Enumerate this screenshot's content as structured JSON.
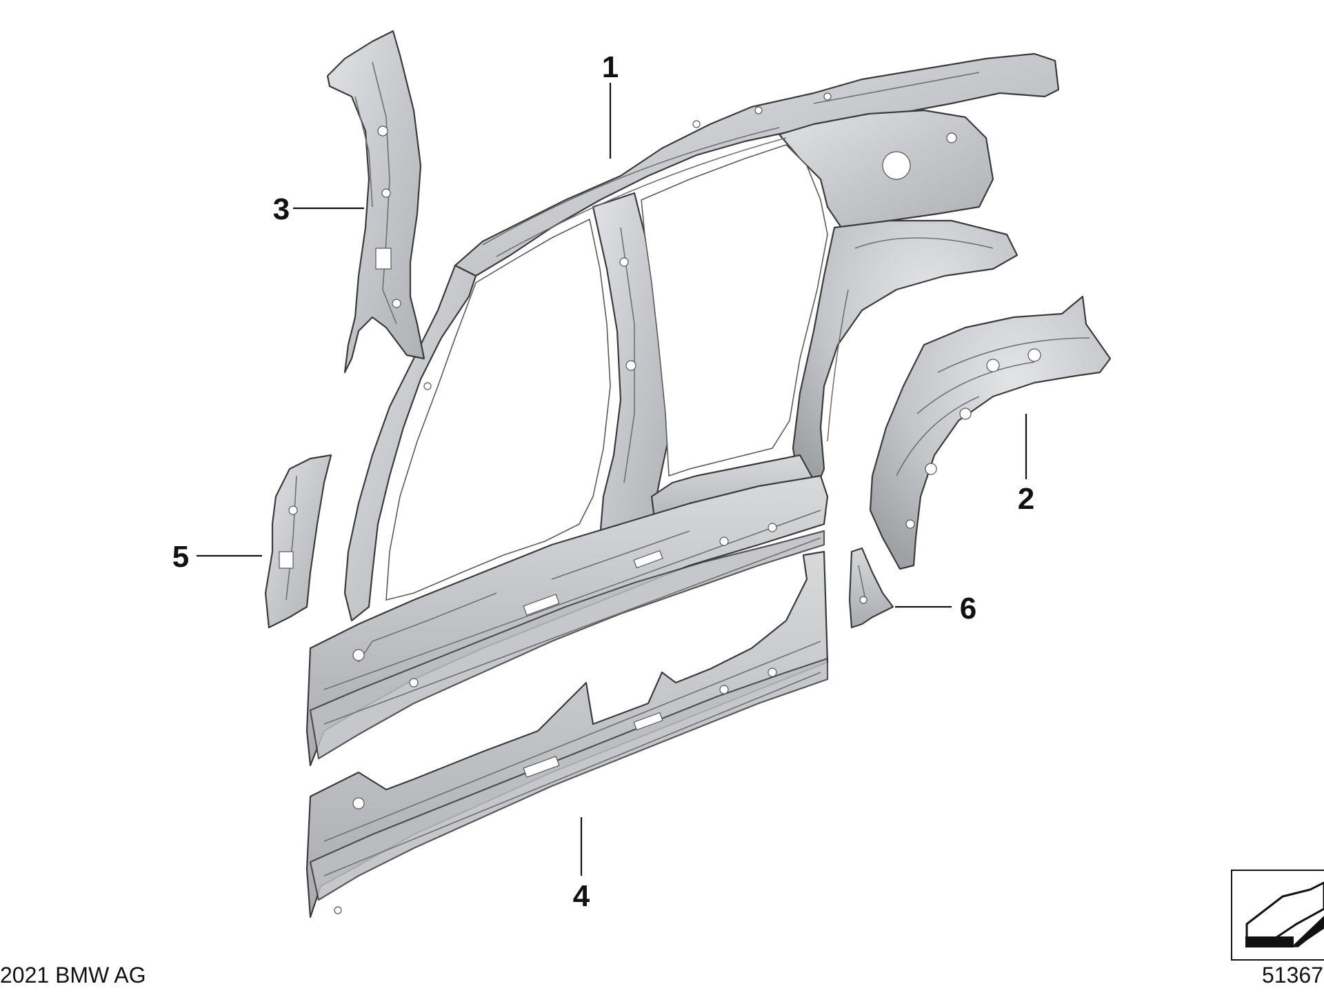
{
  "diagram": {
    "callouts": [
      {
        "id": "1",
        "label": "1"
      },
      {
        "id": "2",
        "label": "2"
      },
      {
        "id": "3",
        "label": "3"
      },
      {
        "id": "4",
        "label": "4"
      },
      {
        "id": "5",
        "label": "5"
      },
      {
        "id": "6",
        "label": "6"
      }
    ],
    "copyright": "2021 BMW AG",
    "diagram_number": "51367",
    "colors": {
      "metal": "#c9cacc",
      "metal_light": "#dedfe1",
      "metal_dark": "#a7a9ac",
      "outline": "#3a3a3a",
      "text": "#111111"
    }
  }
}
